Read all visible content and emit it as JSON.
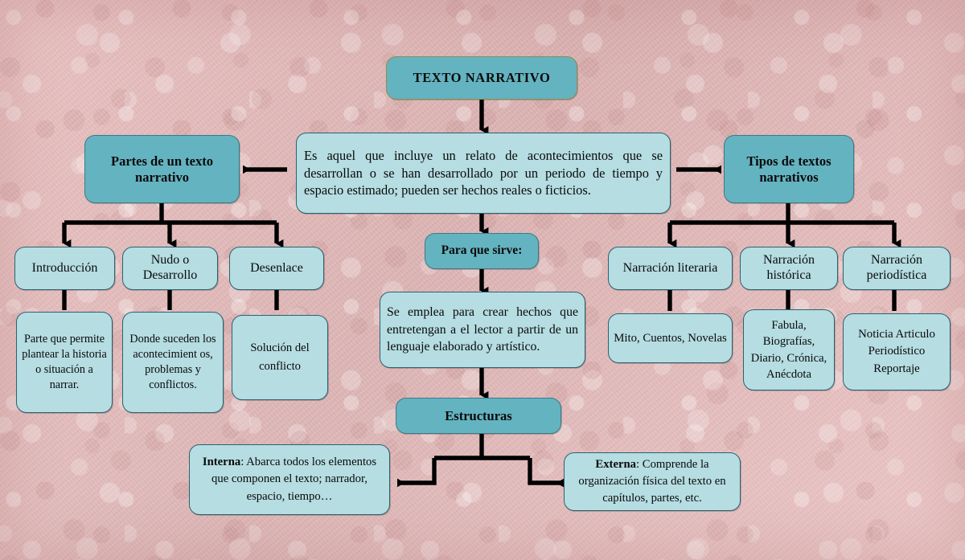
{
  "meta": {
    "title": "TEXTO NARRATIVO - Mapa conceptual",
    "colors": {
      "background_pink": "#e6bcbc",
      "node_dark_teal": "#64b3c0",
      "node_light_teal": "#b5dde2",
      "node_border": "#2b6270",
      "connector": "#000000",
      "text": "#0a0a0a"
    }
  },
  "nodes": {
    "root": {
      "label": "TEXTO NARRATIVO"
    },
    "definition": {
      "label": "Es aquel que incluye un relato de acontecimientos que se desarrollan o se han desarrollado por un periodo de tiempo y espacio estimado; pueden ser hechos reales o ficticios."
    },
    "partes": {
      "label": "Partes de un texto narrativo"
    },
    "tipos": {
      "label": "Tipos de textos narrativos"
    },
    "para_que_sirve": {
      "label": "Para que sirve:"
    },
    "para_que_sirve_detalle": {
      "label": "Se emplea para crear hechos que entretengan a el lector a partir de un lenguaje elaborado y artístico."
    },
    "estructuras": {
      "label": "Estructuras"
    },
    "partes_items": [
      {
        "label": "Introducción",
        "detail": "Parte que permite plantear la historia o situación a narrar."
      },
      {
        "label": "Nudo o Desarrollo",
        "detail": "Donde suceden los acontecimient os, problemas y conflictos."
      },
      {
        "label": "Desenlace",
        "detail": "Solución del conflicto"
      }
    ],
    "tipos_items": [
      {
        "label": "Narración literaria",
        "detail": "Mito, Cuentos, Novelas"
      },
      {
        "label": "Narración histórica",
        "detail": "Fabula, Biografías, Diario, Crónica, Anécdota"
      },
      {
        "label": "Narración periodística",
        "detail": "Noticia Articulo Periodístico Reportaje"
      }
    ],
    "estructuras_items": [
      {
        "term": "Interna",
        "separator": ": ",
        "text": "Abarca todos los elementos que componen el texto; narrador, espacio, tiempo…"
      },
      {
        "term": "Externa",
        "separator": ": ",
        "text": "Comprende la organización física del texto en capítulos, partes, etc."
      }
    ]
  }
}
